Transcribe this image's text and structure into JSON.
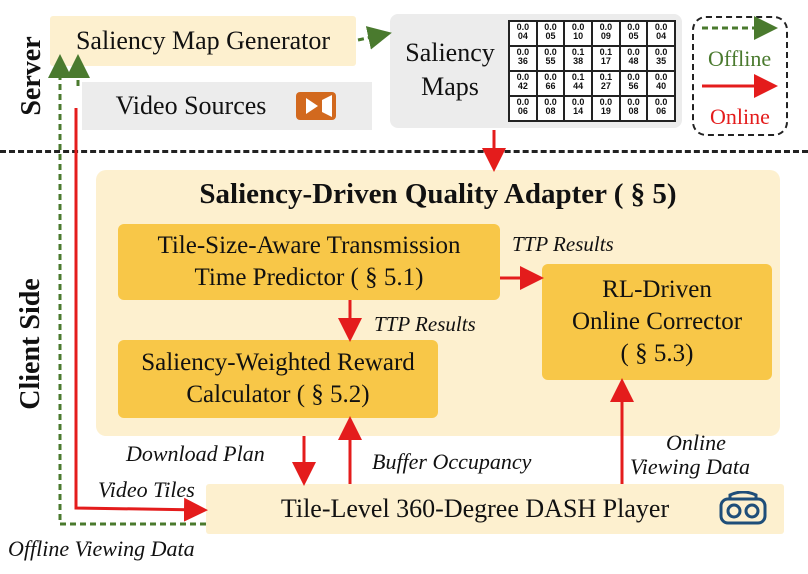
{
  "side_labels": {
    "server": "Server",
    "client": "Client Side"
  },
  "server": {
    "saliency_generator": "Saliency Map Generator",
    "video_sources": "Video Sources",
    "video_icon": "video-camera-icon",
    "saliency_maps_line1": "Saliency",
    "saliency_maps_line2": "Maps",
    "map_grid": [
      [
        "0.0\n04",
        "0.0\n05",
        "0.0\n10",
        "0.0\n09",
        "0.0\n05",
        "0.0\n04"
      ],
      [
        "0.0\n36",
        "0.0\n55",
        "0.1\n38",
        "0.1\n17",
        "0.0\n48",
        "0.0\n35"
      ],
      [
        "0.0\n42",
        "0.0\n66",
        "0.1\n44",
        "0.1\n27",
        "0.0\n56",
        "0.0\n40"
      ],
      [
        "0.0\n06",
        "0.0\n08",
        "0.0\n14",
        "0.0\n19",
        "0.0\n08",
        "0.0\n06"
      ]
    ]
  },
  "legend": {
    "offline": "Offline",
    "online": "Online",
    "offline_color": "#4a7a2e",
    "online_color": "#e41c1c"
  },
  "client": {
    "adapter_title": "Saliency-Driven Quality Adapter ( § 5)",
    "ttp_line1": "Tile-Size-Aware Transmission",
    "ttp_line2": "Time Predictor ( § 5.1)",
    "reward_line1": "Saliency-Weighted Reward",
    "reward_line2": "Calculator ( § 5.2)",
    "rl_line1": "RL-Driven",
    "rl_line2": "Online Corrector",
    "rl_line3": "( § 5.3)",
    "player": "Tile-Level 360-Degree DASH Player",
    "vr_icon": "vr-headset-icon"
  },
  "edge_labels": {
    "ttp_results_right": "TTP Results",
    "ttp_results_down": "TTP Results",
    "download_plan": "Download Plan",
    "buffer_occupancy": "Buffer Occupancy",
    "online_viewing_1": "Online",
    "online_viewing_2": "Viewing Data",
    "video_tiles": "Video Tiles",
    "offline_viewing": "Offline Viewing Data"
  }
}
